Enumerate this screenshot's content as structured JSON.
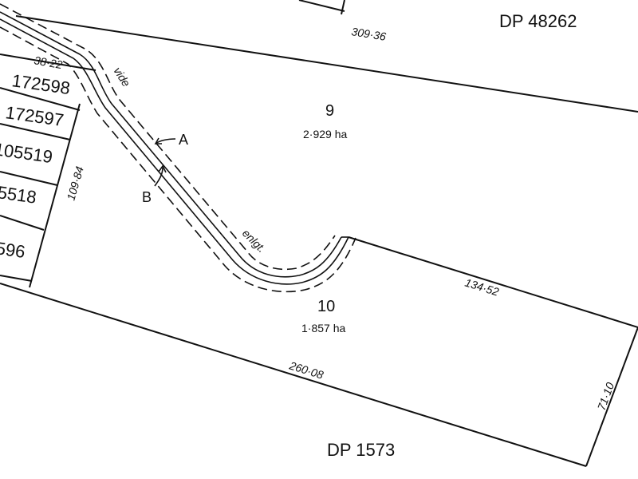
{
  "plan": {
    "dp_top": "DP 48262",
    "dp_bottom": "DP 1573",
    "lots": [
      {
        "number": "9",
        "area": "2·929 ha"
      },
      {
        "number": "10",
        "area": "1·857 ha"
      }
    ],
    "dimensions": {
      "top": "309·36",
      "mid_right": "134·52",
      "bottom": "260·08",
      "right": "71·10",
      "left": "109·84",
      "left_top": "38·22"
    },
    "left_lots": [
      "172598",
      "172597",
      "105519",
      "5518",
      "596"
    ],
    "easement_notes": {
      "vide": "vide",
      "enlgt": "enlgt."
    },
    "labels": {
      "a": "A",
      "b": "B"
    }
  }
}
